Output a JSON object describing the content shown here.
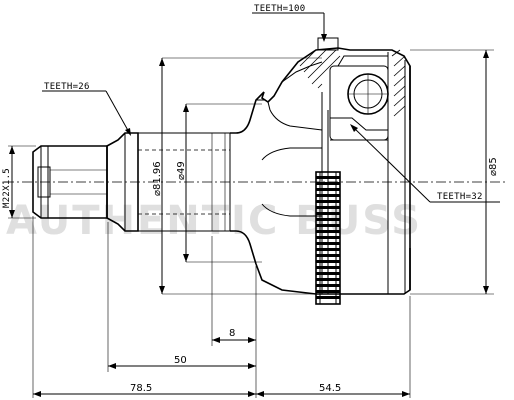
{
  "watermark": "AUTHENTIC BUSS",
  "labels": {
    "teeth_outer": "TEETH=100",
    "teeth_spline": "TEETH=26",
    "teeth_inner": "TEETH=32",
    "thread": "M22X1.5"
  },
  "dimensions": {
    "dia_seal": "⌀81.96",
    "dia_shaft": "⌀49",
    "dia_outer": "⌀85",
    "len_8": "8",
    "len_50": "50",
    "len_78_5": "78.5",
    "len_54_5": "54.5"
  }
}
